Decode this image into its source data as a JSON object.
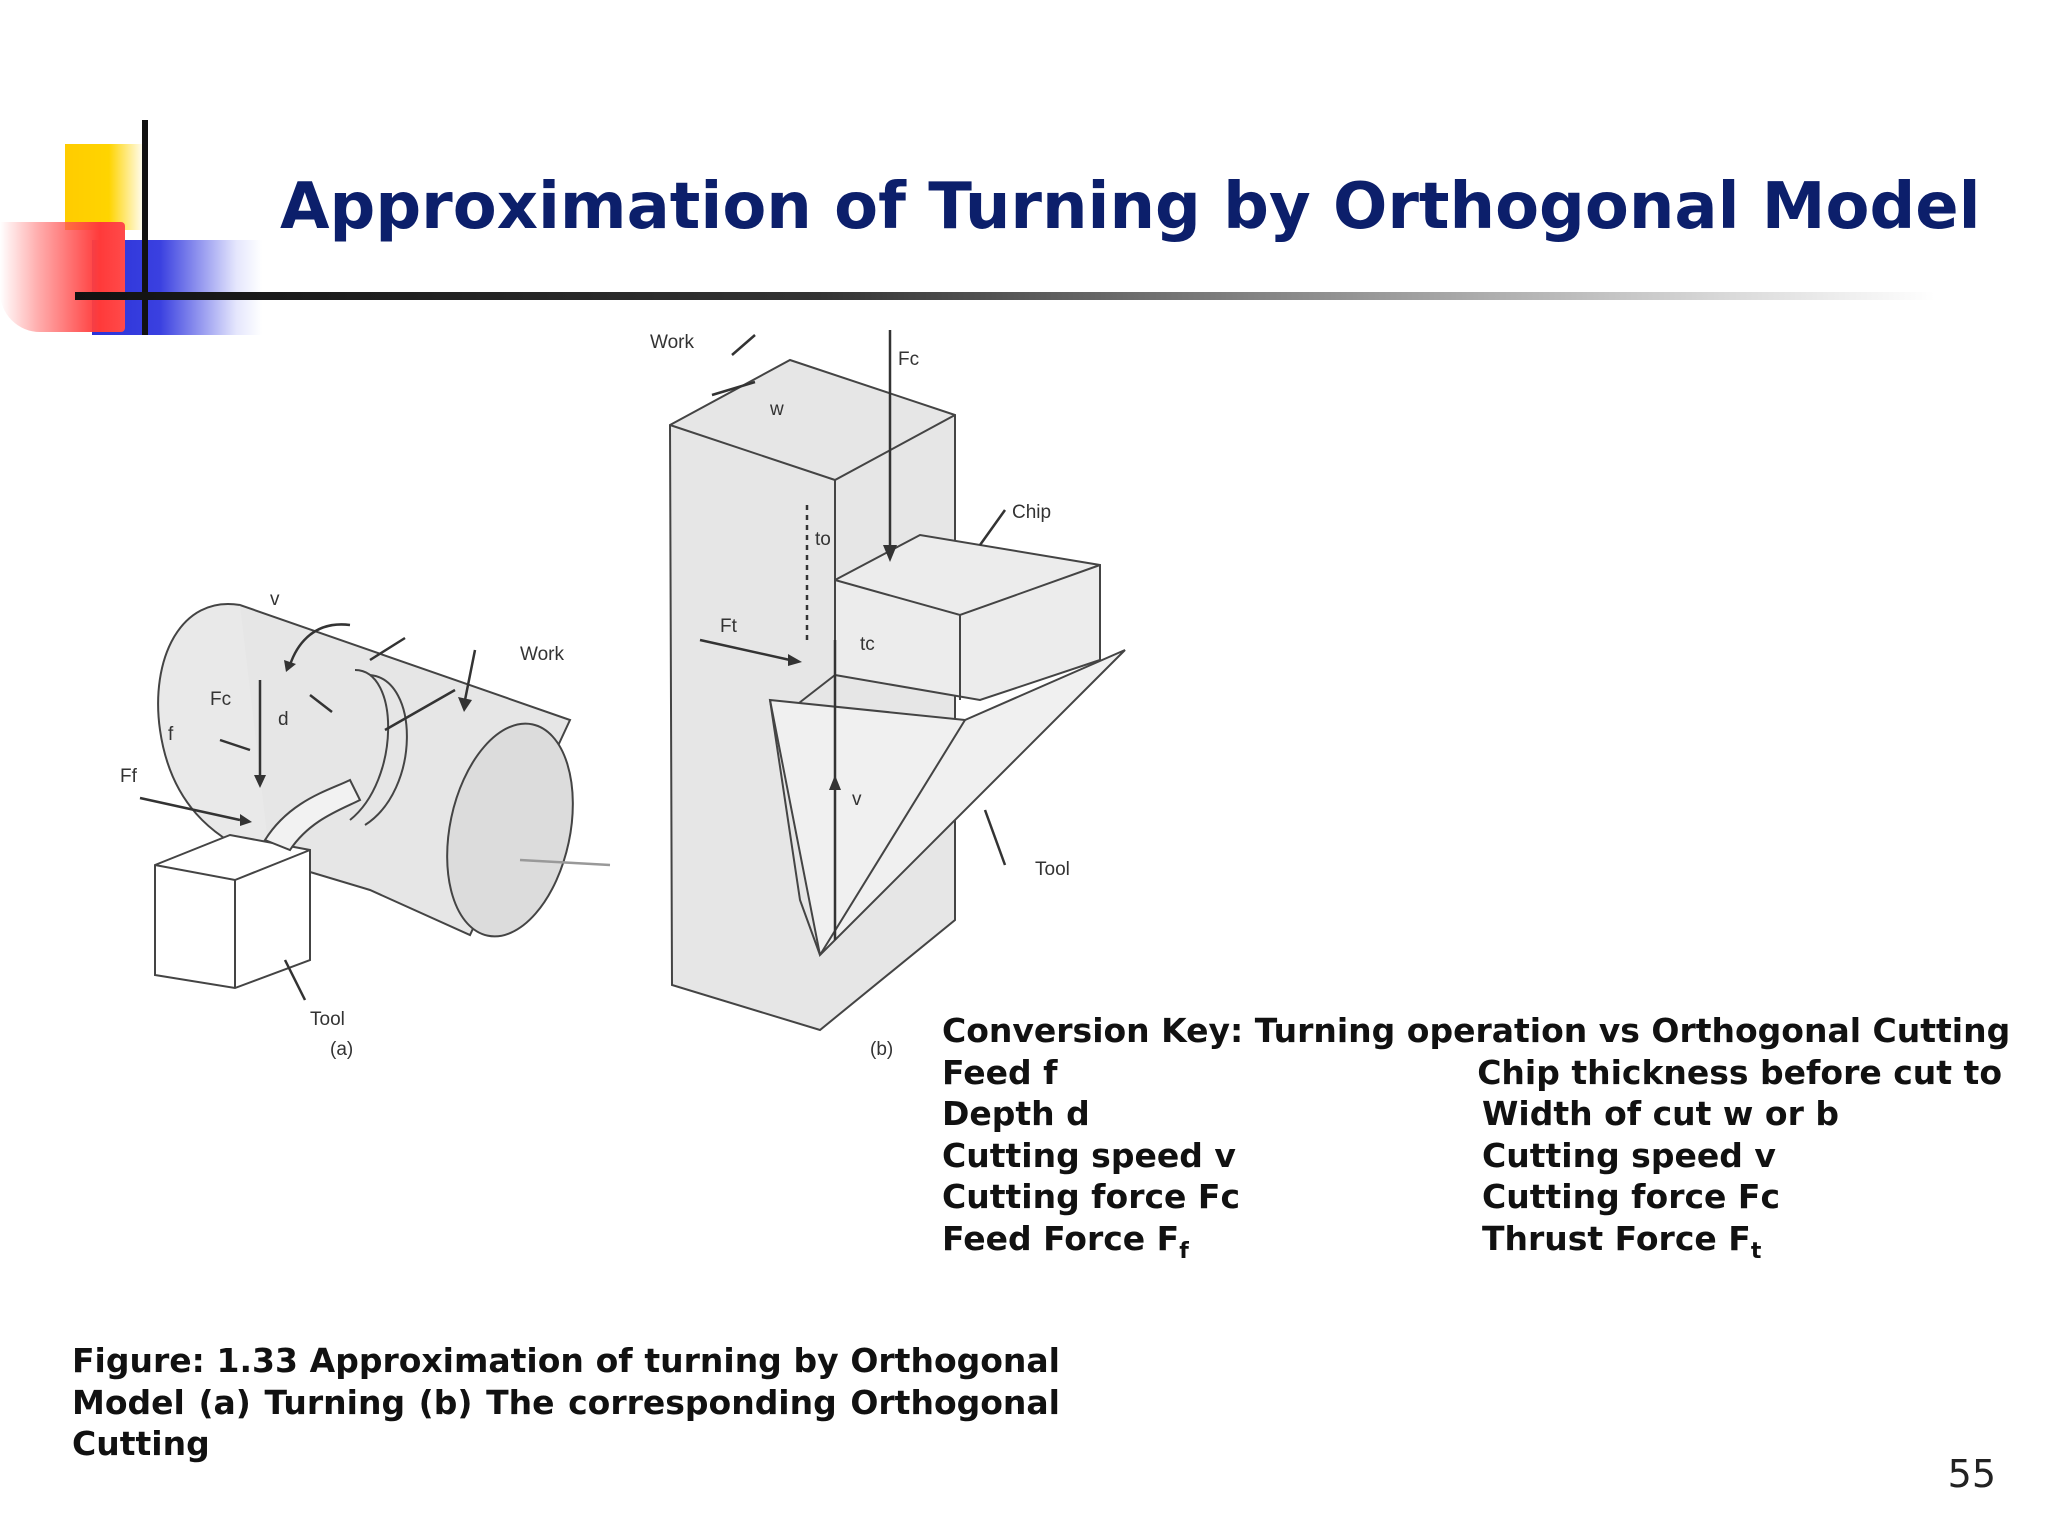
{
  "slide": {
    "title": "Approximation of Turning by Orthogonal Model",
    "page_number": "55"
  },
  "figure": {
    "a_labels": {
      "work": "Work",
      "tool": "Tool",
      "v": "v",
      "fc": "Fc",
      "d": "d",
      "f": "f",
      "ff": "Ff",
      "panel": "(a)"
    },
    "b_labels": {
      "work": "Work",
      "fc": "Fc",
      "w": "w",
      "chip": "Chip",
      "to": "to",
      "tc": "tc",
      "ft": "Ft",
      "v": "v",
      "tool": "Tool",
      "panel": "(b)"
    }
  },
  "conversion_key": {
    "heading": "Conversion Key: Turning operation vs Orthogonal Cutting",
    "rows": [
      {
        "turning": "Feed f",
        "orthogonal": "Chip thickness before cut to"
      },
      {
        "turning": "Depth d",
        "orthogonal": "Width of cut w or b"
      },
      {
        "turning": "Cutting speed v",
        "orthogonal": "Cutting speed v"
      },
      {
        "turning": "Cutting force Fc",
        "orthogonal": "Cutting force Fc"
      },
      {
        "turning": "Feed Force F",
        "turning_sub": "f",
        "orthogonal": "Thrust Force F",
        "orthogonal_sub": "t"
      }
    ]
  },
  "caption": "Figure: 1.33 Approximation of turning by Orthogonal Model (a) Turning (b) The corresponding Orthogonal Cutting",
  "colors": {
    "title": "#0c1f6b",
    "accent_yellow": "#ffcc00",
    "accent_blue": "#2a33d8",
    "accent_red": "#ff3a3a",
    "figure_fill": "#e6e6e6"
  }
}
